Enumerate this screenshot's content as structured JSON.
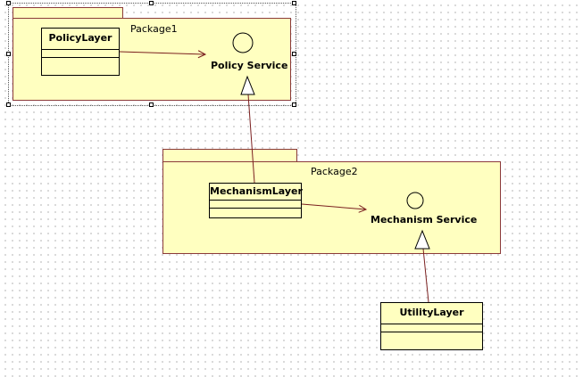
{
  "diagram": {
    "packages": [
      {
        "id": "package1",
        "name": "Package1",
        "selected": true
      },
      {
        "id": "package2",
        "name": "Package2",
        "selected": false
      }
    ],
    "classes": [
      {
        "id": "policy_layer",
        "name": "PolicyLayer"
      },
      {
        "id": "mechanism_layer",
        "name": "MechanismLayer"
      },
      {
        "id": "utility_layer",
        "name": "UtilityLayer"
      }
    ],
    "interfaces": [
      {
        "id": "policy_service",
        "name": "Policy Service"
      },
      {
        "id": "mechanism_service",
        "name": "Mechanism Service"
      }
    ],
    "relationships": [
      {
        "from": "PolicyLayer",
        "to": "Policy Service",
        "type": "dependency"
      },
      {
        "from": "MechanismLayer",
        "to": "Mechanism Service",
        "type": "dependency"
      },
      {
        "from": "MechanismLayer",
        "to": "Policy Service",
        "type": "realization"
      },
      {
        "from": "UtilityLayer",
        "to": "Mechanism Service",
        "type": "realization"
      }
    ],
    "colors": {
      "package_fill": "#ffffc0",
      "package_border": "#8b3a3a",
      "class_border": "#000000",
      "connector": "#7a1f1f"
    }
  }
}
